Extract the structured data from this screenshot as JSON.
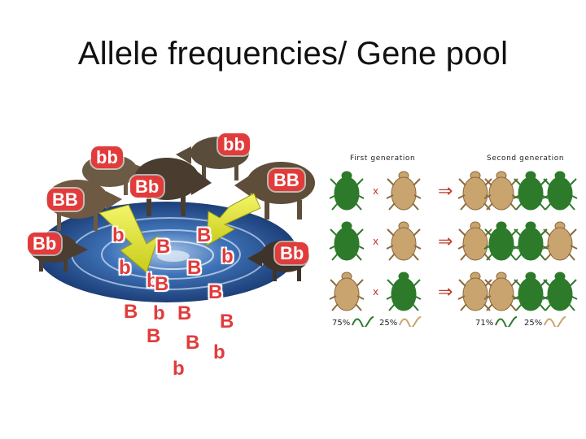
{
  "slide": {
    "title": "Allele frequencies/ Gene pool"
  },
  "pool": {
    "pig_labels": [
      "bb",
      "bb",
      "Bb",
      "BB",
      "BB",
      "Bb",
      "Bb"
    ],
    "floating_alleles": [
      "b",
      "B",
      "B",
      "b",
      "b",
      "B",
      "b",
      "B",
      "B"
    ],
    "spilled_alleles": [
      "B",
      "b",
      "B",
      "B",
      "B",
      "B",
      "b",
      "b"
    ],
    "colors": {
      "allele_red": "#e23b3b",
      "arrow_yellow": "#e8ec3a",
      "water": "#2a5fa8"
    }
  },
  "beetles": {
    "first_generation_label": "First generation",
    "second_generation_label": "Second generation",
    "cross_symbol": "x",
    "arrow_symbol": "⇒",
    "first_pct_green": "75%",
    "first_pct_tan": "25%",
    "second_pct_green": "71%",
    "second_pct_tan": "25%",
    "colors": {
      "green": "#2d7a2a",
      "tan": "#b58a52",
      "arrow": "#c0392b"
    }
  }
}
